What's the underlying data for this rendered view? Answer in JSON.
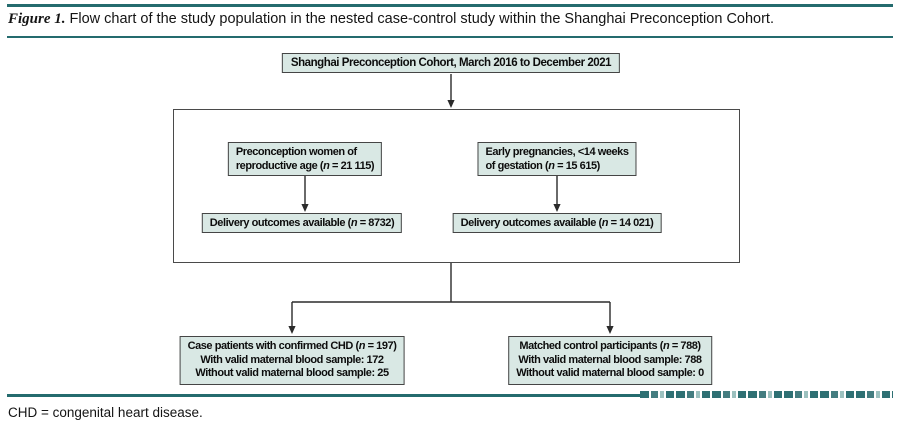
{
  "colors": {
    "rule_teal": "#246b6e",
    "box_fill": "#d9e8e4",
    "box_border": "#454545",
    "connector": "#2b2b2b"
  },
  "header": {
    "figure_label": "Figure 1.",
    "caption": "Flow chart of the study population in the nested case-control study within the Shanghai Preconception Cohort."
  },
  "flowchart": {
    "cohort_box": {
      "lines": [
        [
          {
            "t": "Shanghai Preconception Cohort, March 2016 to December 2021"
          }
        ]
      ]
    },
    "preconception_box": {
      "lines": [
        [
          {
            "t": "Preconception women of"
          }
        ],
        [
          {
            "t": "reproductive age ("
          },
          {
            "t": "n",
            "i": true
          },
          {
            "t": " = 21 115)"
          }
        ]
      ]
    },
    "early_pregnancy_box": {
      "lines": [
        [
          {
            "t": "Early pregnancies, <14 weeks"
          }
        ],
        [
          {
            "t": "of gestation ("
          },
          {
            "t": "n",
            "i": true
          },
          {
            "t": " = 15 615)"
          }
        ]
      ]
    },
    "delivery_outcomes_left_box": {
      "lines": [
        [
          {
            "t": "Delivery outcomes available ("
          },
          {
            "t": "n",
            "i": true
          },
          {
            "t": " = 8732)"
          }
        ]
      ]
    },
    "delivery_outcomes_right_box": {
      "lines": [
        [
          {
            "t": "Delivery outcomes available ("
          },
          {
            "t": "n",
            "i": true
          },
          {
            "t": " = 14 021)"
          }
        ]
      ]
    },
    "case_box": {
      "lines": [
        [
          {
            "t": "Case patients with confirmed CHD ("
          },
          {
            "t": "n",
            "i": true
          },
          {
            "t": " = 197)"
          }
        ],
        [
          {
            "t": "With valid maternal blood sample: 172"
          }
        ],
        [
          {
            "t": "Without valid maternal blood sample: 25"
          }
        ]
      ]
    },
    "control_box": {
      "lines": [
        [
          {
            "t": "Matched control participants ("
          },
          {
            "t": "n",
            "i": true
          },
          {
            "t": " = 788)"
          }
        ],
        [
          {
            "t": "With valid maternal blood sample: 788"
          }
        ],
        [
          {
            "t": "Without valid maternal blood sample: 0"
          }
        ]
      ]
    }
  },
  "footnote": "CHD = congenital heart disease."
}
